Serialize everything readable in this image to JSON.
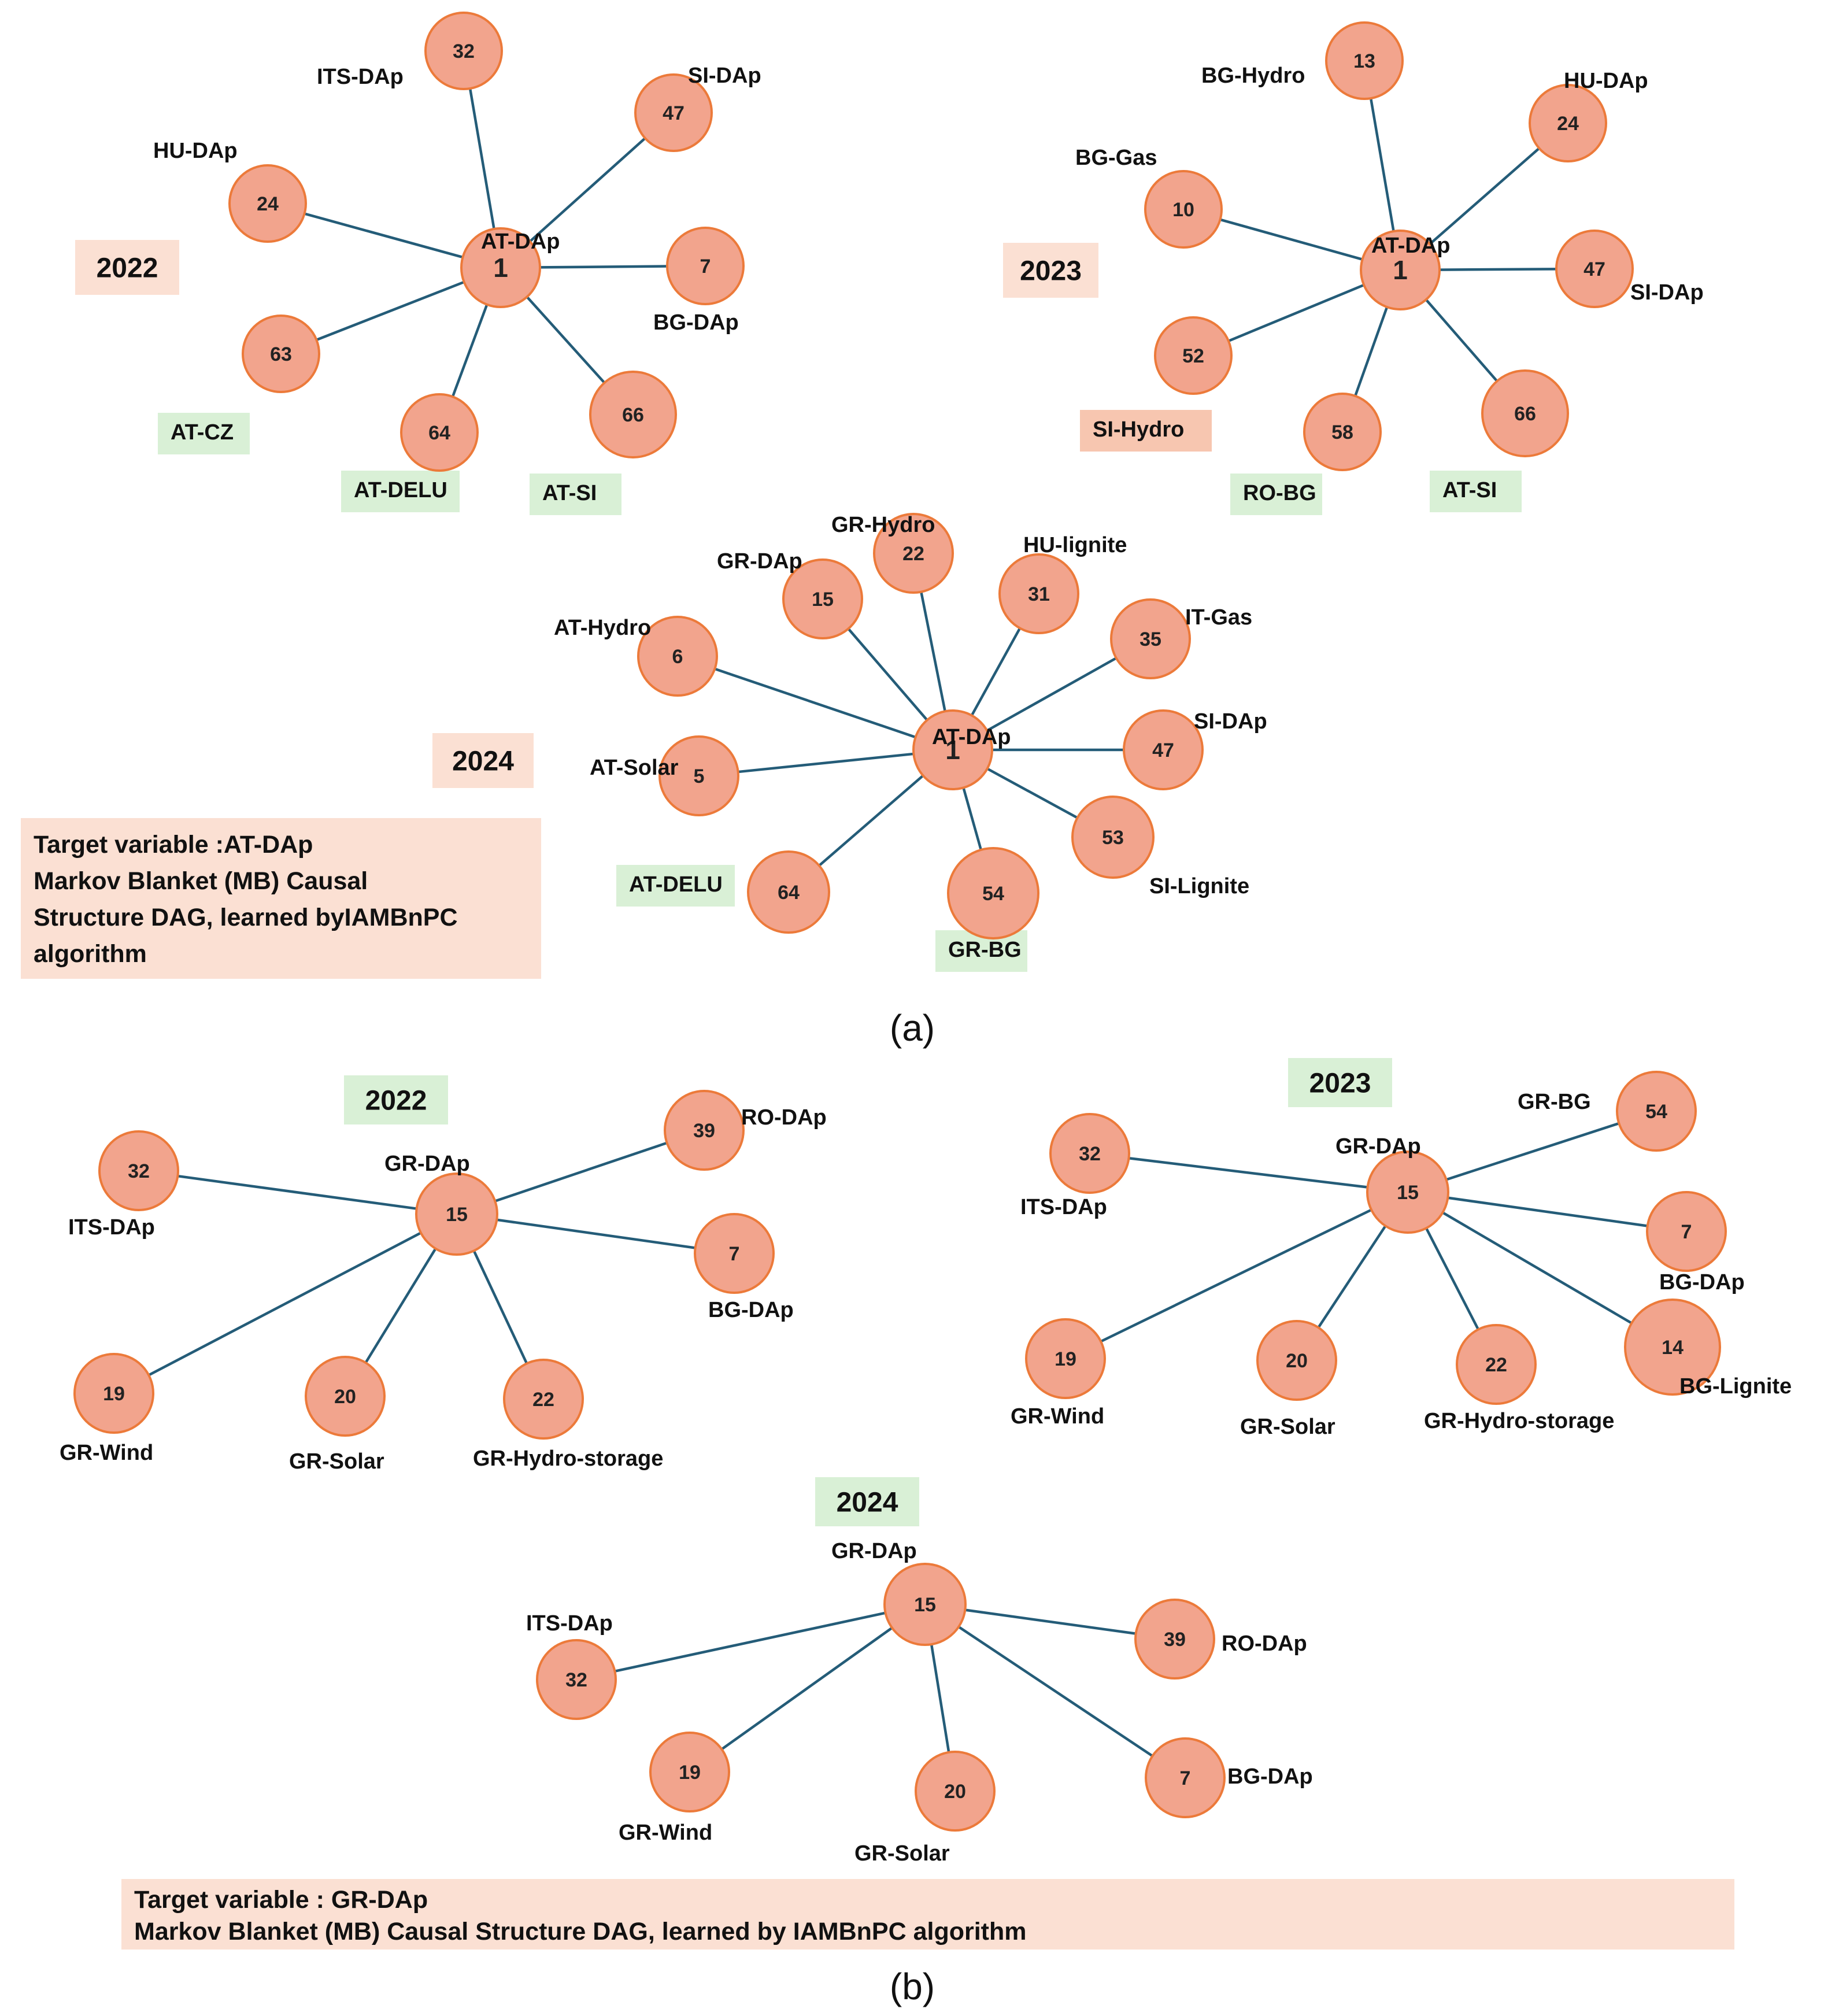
{
  "figure": {
    "caption_a": "(a)",
    "caption_b": "(b)",
    "panel_a": {
      "note_lines": [
        "Target variable :AT-DAp",
        "Markov Blanket (MB) Causal",
        "Structure DAG, learned byIAMBnPC",
        "algorithm"
      ],
      "graphs": [
        {
          "year": "2022",
          "center": {
            "id": "1",
            "label": "AT-DAp"
          },
          "neighbors": [
            {
              "id": "32",
              "label": "ITS-DAp"
            },
            {
              "id": "47",
              "label": "SI-DAp"
            },
            {
              "id": "24",
              "label": "HU-DAp"
            },
            {
              "id": "7",
              "label": "BG-DAp"
            },
            {
              "id": "63",
              "label": "AT-CZ"
            },
            {
              "id": "64",
              "label": "AT-DELU"
            },
            {
              "id": "66",
              "label": "AT-SI"
            }
          ]
        },
        {
          "year": "2023",
          "center": {
            "id": "1",
            "label": "AT-DAp"
          },
          "neighbors": [
            {
              "id": "13",
              "label": "BG-Hydro"
            },
            {
              "id": "24",
              "label": "HU-DAp"
            },
            {
              "id": "10",
              "label": "BG-Gas"
            },
            {
              "id": "47",
              "label": "SI-DAp"
            },
            {
              "id": "52",
              "label": "SI-Hydro"
            },
            {
              "id": "58",
              "label": "RO-BG"
            },
            {
              "id": "66",
              "label": "AT-SI"
            }
          ]
        },
        {
          "year": "2024",
          "center": {
            "id": "1",
            "label": "AT-DAp"
          },
          "neighbors": [
            {
              "id": "22",
              "label": "GR-Hydro"
            },
            {
              "id": "15",
              "label": "GR-DAp"
            },
            {
              "id": "31",
              "label": "HU-lignite"
            },
            {
              "id": "6",
              "label": "AT-Hydro"
            },
            {
              "id": "35",
              "label": "IT-Gas"
            },
            {
              "id": "5",
              "label": "AT-Solar"
            },
            {
              "id": "47",
              "label": "SI-DAp"
            },
            {
              "id": "53",
              "label": "SI-Lignite"
            },
            {
              "id": "54",
              "label": "GR-BG"
            },
            {
              "id": "64",
              "label": "AT-DELU"
            }
          ]
        }
      ]
    },
    "panel_b": {
      "note_lines": [
        "Target variable : GR-DAp",
        "Markov Blanket (MB) Causal Structure DAG, learned by IAMBnPC algorithm"
      ],
      "graphs": [
        {
          "year": "2022",
          "center": {
            "id": "15",
            "label": "GR-DAp"
          },
          "neighbors": [
            {
              "id": "32",
              "label": "ITS-DAp"
            },
            {
              "id": "39",
              "label": "RO-DAp"
            },
            {
              "id": "7",
              "label": "BG-DAp"
            },
            {
              "id": "19",
              "label": "GR-Wind"
            },
            {
              "id": "20",
              "label": "GR-Solar"
            },
            {
              "id": "22",
              "label": "GR-Hydro-storage"
            }
          ]
        },
        {
          "year": "2023",
          "center": {
            "id": "15",
            "label": "GR-DAp"
          },
          "neighbors": [
            {
              "id": "32",
              "label": "ITS-DAp"
            },
            {
              "id": "54",
              "label": "GR-BG"
            },
            {
              "id": "7",
              "label": "BG-DAp"
            },
            {
              "id": "14",
              "label": "BG-Lignite"
            },
            {
              "id": "19",
              "label": "GR-Wind"
            },
            {
              "id": "20",
              "label": "GR-Solar"
            },
            {
              "id": "22",
              "label": "GR-Hydro-storage"
            }
          ]
        },
        {
          "year": "2024",
          "center": {
            "id": "15",
            "label": "GR-DAp"
          },
          "neighbors": [
            {
              "id": "32",
              "label": "ITS-DAp"
            },
            {
              "id": "39",
              "label": "RO-DAp"
            },
            {
              "id": "19",
              "label": "GR-Wind"
            },
            {
              "id": "20",
              "label": "GR-Solar"
            },
            {
              "id": "7",
              "label": "BG-DAp"
            }
          ]
        }
      ]
    }
  },
  "colors": {
    "node_fill": "#f2a48d",
    "node_stroke": "#ec7a3a",
    "edge": "#245c78",
    "tag_green": "#d9f0d6",
    "tag_orange": "#fbe0d3",
    "tag_orange_strong": "#f7c6b0",
    "note_bg": "#fbe0d3",
    "year_bg_a": "#fbe0d3",
    "year_bg_b": "#d9f0d6"
  }
}
